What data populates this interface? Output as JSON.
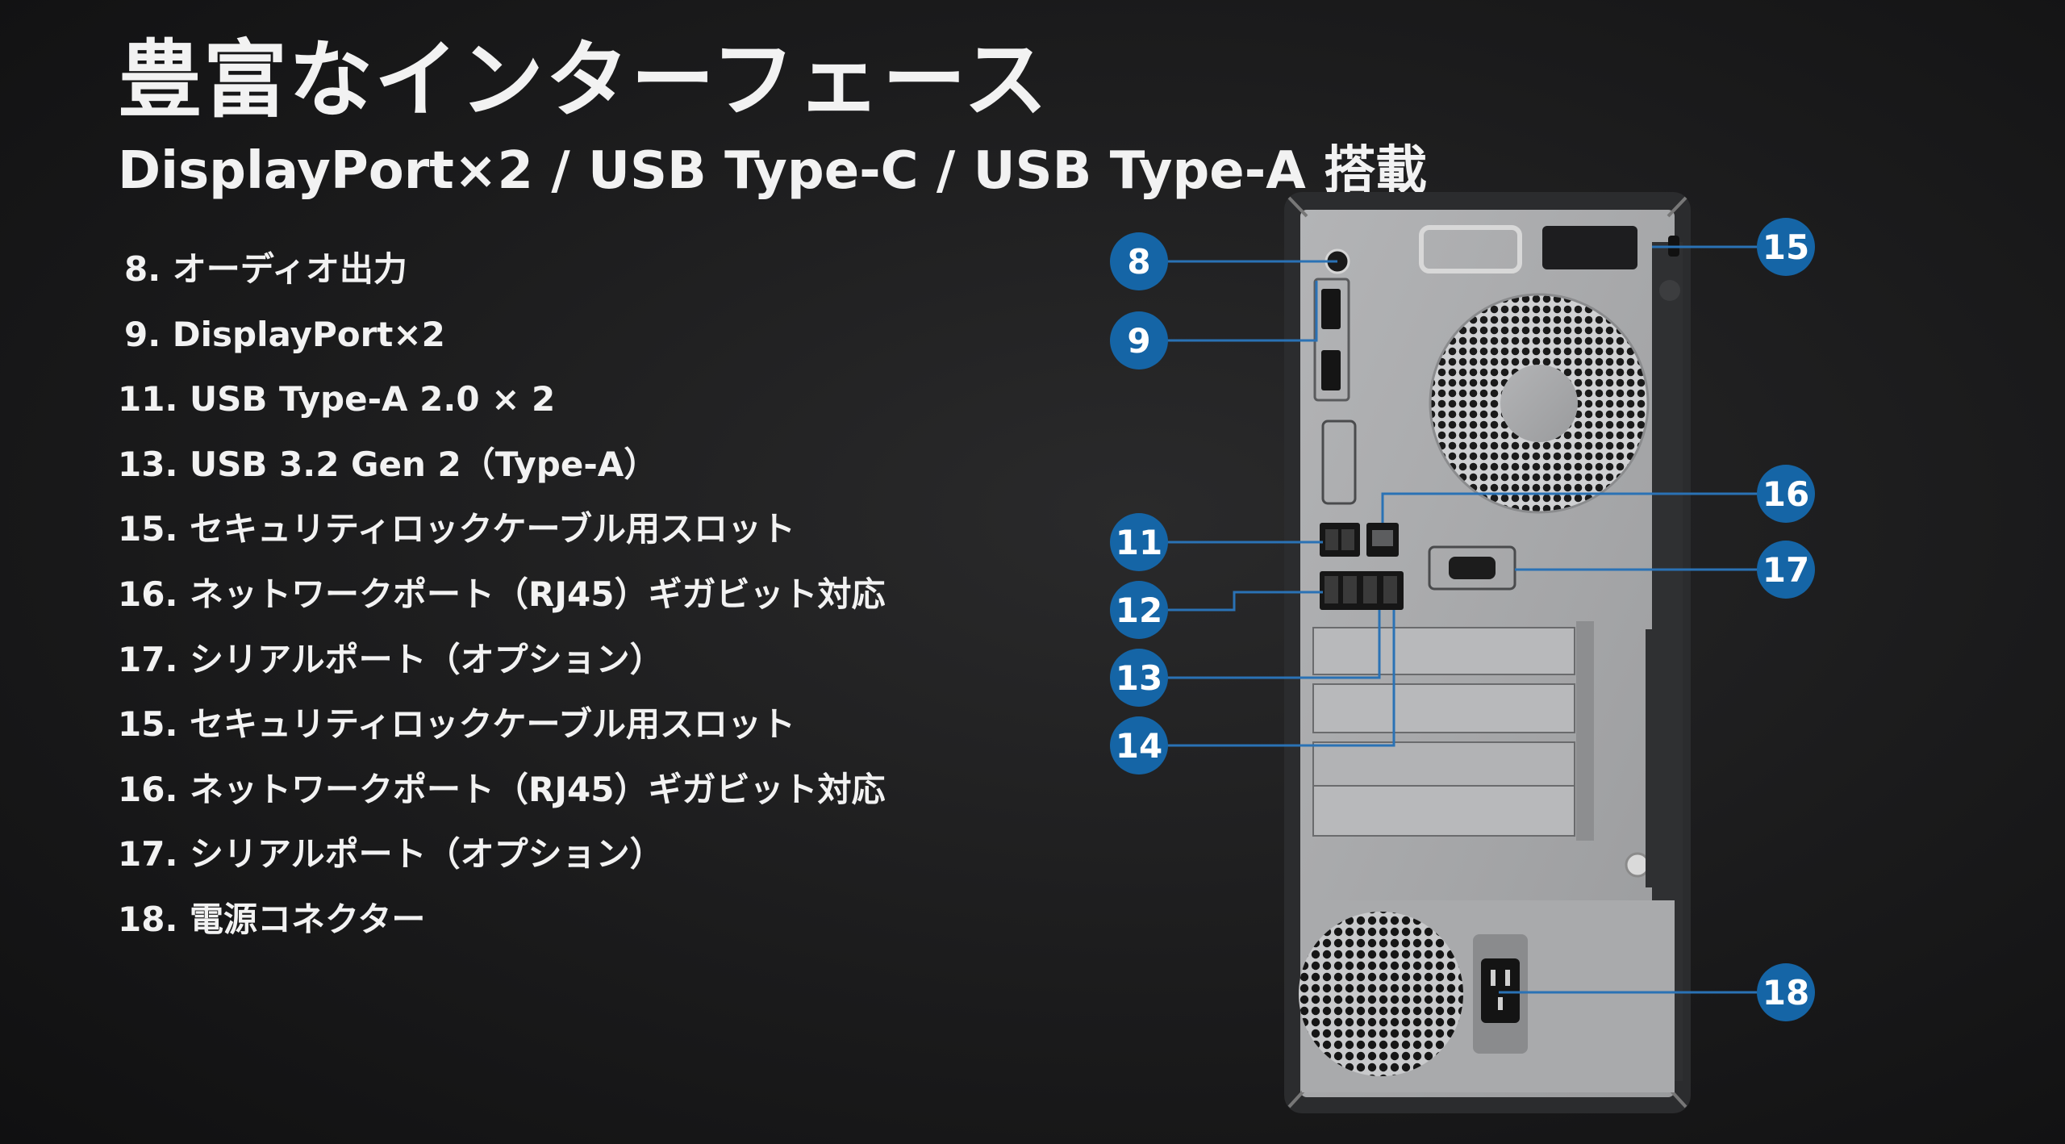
{
  "slide": {
    "title": "豊富なインターフェース",
    "subtitle": "DisplayPort×2 / USB Type-C / USB Type-A 搭載"
  },
  "features": [
    "8. オーディオ出力",
    "9. DisplayPort×2",
    "11. USB Type-A 2.0 × 2",
    "13. USB 3.2 Gen 2（Type-A）",
    "15. セキュリティロックケーブル用スロット",
    "16. ネットワークポート（RJ45）ギガビット対応",
    "17. シリアルポート（オプション）",
    "15. セキュリティロックケーブル用スロット",
    "16. ネットワークポート（RJ45）ギガビット対応",
    "17. シリアルポート（オプション）",
    "18. 電源コネクター"
  ],
  "callouts": [
    "8",
    "9",
    "11",
    "12",
    "13",
    "14",
    "15",
    "16",
    "17",
    "18"
  ],
  "colors": {
    "background": "#1b1b1c",
    "badge": "#1565a6",
    "chassis_panel": "#a7a8aa",
    "chassis_frame": "#2b2c2e"
  },
  "icons": [
    "pc-tower-rear-illustration",
    "fan-grille-icon",
    "power-inlet-icon"
  ]
}
